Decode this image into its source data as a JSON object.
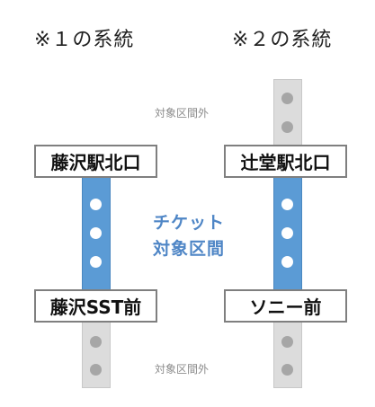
{
  "headings": {
    "system1": "※１の系統",
    "system2": "※２の系統"
  },
  "system1": {
    "top_station": "藤沢駅北口",
    "bottom_station": "藤沢SST前"
  },
  "system2": {
    "top_station": "辻堂駅北口",
    "bottom_station": "ソニー前"
  },
  "labels": {
    "outside_top": "対象区間外",
    "outside_bottom": "対象区間外",
    "ticket_line1": "チケット",
    "ticket_line2": "対象区間"
  },
  "colors": {
    "ticket_section": "#5b9bd5",
    "outside_section": "#dcdcdc",
    "ticket_text": "#4f86c6",
    "outside_text": "#8c8c8c"
  }
}
